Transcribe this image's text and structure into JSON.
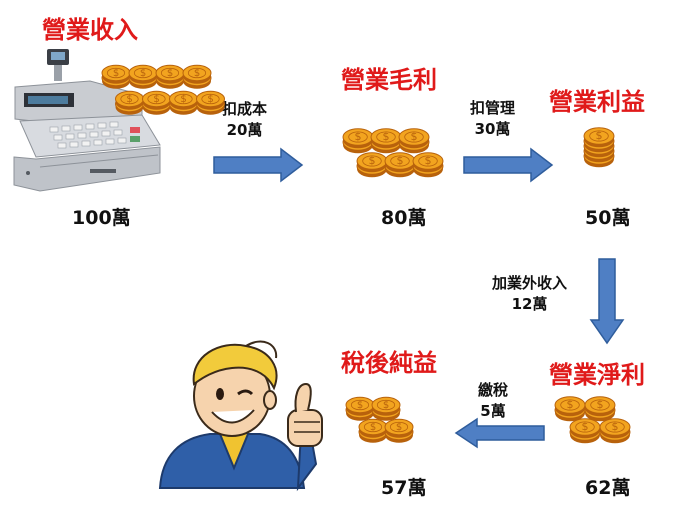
{
  "stages": [
    {
      "title": "營業收入",
      "amount": "100萬"
    },
    {
      "title": "營業毛利",
      "amount": "80萬"
    },
    {
      "title": "營業利益",
      "amount": "50萬"
    },
    {
      "title": "營業淨利",
      "amount": "62萬"
    },
    {
      "title": "稅後純益",
      "amount": "57萬"
    }
  ],
  "steps": [
    {
      "action": "扣成本",
      "value": "20萬"
    },
    {
      "action": "扣管理",
      "value": "30萬"
    },
    {
      "action": "加業外收入",
      "value": "12萬"
    },
    {
      "action": "繳稅",
      "value": "5萬"
    }
  ],
  "colors": {
    "title": "#e01a1a",
    "arrow": "#4f7fc4",
    "arrow_stroke": "#2f5d9c",
    "coin": "#f2a41f",
    "coin_edge": "#b8620c"
  },
  "icons": [
    "cash-register-icon",
    "coin-stack-icon",
    "thumbs-up-mascot-icon"
  ]
}
